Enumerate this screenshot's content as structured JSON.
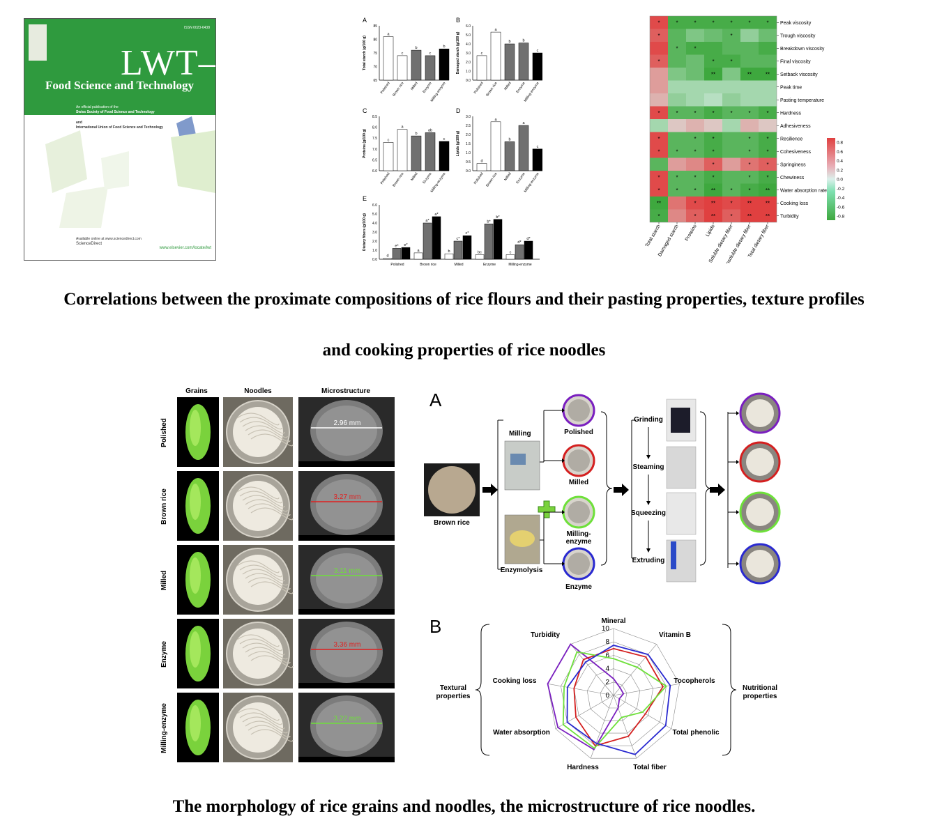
{
  "cover": {
    "journal_main": "LWT",
    "journal_sub": "Food Science and Technology",
    "issn": "ISSN 0023-6438",
    "pub_line1": "An official publication of the",
    "pub_line2": "Swiss Society of Food Science and Technology",
    "pub_line3": "and",
    "pub_line4": "International Union of Food Science and Technology",
    "available": "Available online at www.sciencedirect.com",
    "sciencedirect": "ScienceDirect",
    "url": "www.elsevier.com/locate/lwt"
  },
  "captions": {
    "top_line1": "Correlations between the proximate compositions of rice flours and their pasting properties, texture profiles",
    "top_line2": "and cooking properties of rice noodles",
    "bottom": "The morphology of rice grains and noodles, the microstructure of rice noodles."
  },
  "colors": {
    "cover_green": "#2f9a3e",
    "heat_pos": "#e04040",
    "heat_neg": "#3ea83e",
    "purple": "#7a1fbf",
    "red": "#d42020",
    "green": "#6ee03a",
    "blue": "#2a2ad0"
  },
  "chart_data": [
    {
      "panel": "A",
      "type": "bar",
      "ylabel": "Total starch (g/100 g)",
      "ylim": [
        65,
        85
      ],
      "yticks": [
        "65",
        "70",
        "75",
        "80",
        "85"
      ],
      "categories": [
        "Polished",
        "Brown rice",
        "Milled",
        "Enzyme",
        "Milling-enzyme"
      ],
      "values": [
        81,
        74,
        76,
        74,
        76.5
      ],
      "letters": [
        "a",
        "c",
        "b",
        "c",
        "b"
      ]
    },
    {
      "panel": "B",
      "type": "bar",
      "ylabel": "Damaged starch (g/100 g)",
      "ylim": [
        0,
        6
      ],
      "yticks": [
        "0.0",
        "1.0",
        "2.0",
        "3.0",
        "4.0",
        "5.0",
        "6.0"
      ],
      "categories": [
        "Polished",
        "Brown rice",
        "Milled",
        "Enzyme",
        "Milling-enzyme"
      ],
      "values": [
        2.7,
        5.3,
        4.0,
        4.1,
        3.0
      ],
      "letters": [
        "c",
        "a",
        "b",
        "b",
        "c"
      ]
    },
    {
      "panel": "C",
      "type": "bar",
      "ylabel": "Proteins (g/100 g)",
      "ylim": [
        6.0,
        8.5
      ],
      "yticks": [
        "6.0",
        "6.5",
        "7.0",
        "7.5",
        "8.0",
        "8.5"
      ],
      "categories": [
        "Polished",
        "Brown rice",
        "Milled",
        "Enzyme",
        "Milling-enzyme"
      ],
      "values": [
        7.3,
        7.9,
        7.6,
        7.75,
        7.35
      ],
      "letters": [
        "c",
        "a",
        "b",
        "ab",
        "c"
      ]
    },
    {
      "panel": "D",
      "type": "bar",
      "ylabel": "Lipids (g/100 g)",
      "ylim": [
        0,
        3.0
      ],
      "yticks": [
        "0.0",
        "0.5",
        "1.0",
        "1.5",
        "2.0",
        "2.5",
        "3.0"
      ],
      "categories": [
        "Polished",
        "Brown rice",
        "Milled",
        "Enzyme",
        "Milling-enzyme"
      ],
      "values": [
        0.4,
        2.7,
        1.6,
        2.5,
        1.2
      ],
      "letters": [
        "d",
        "a",
        "b",
        "a",
        "c"
      ]
    },
    {
      "panel": "E",
      "type": "bar",
      "ylabel": "Dietary fibers (g/100 g)",
      "ylim": [
        0,
        6.0
      ],
      "yticks": [
        "0.0",
        "1.0",
        "2.0",
        "3.0",
        "4.0",
        "5.0",
        "6.0"
      ],
      "categories": [
        "Polished",
        "Brown rice",
        "Milled",
        "Enzyme",
        "Milling-enzyme"
      ],
      "series": [
        {
          "values": [
            0.1,
            0.7,
            0.6,
            0.5,
            0.5
          ],
          "letters": [
            "d",
            "a",
            "b",
            "bc",
            "c"
          ]
        },
        {
          "values": [
            1.2,
            4.0,
            2.0,
            3.9,
            1.6
          ],
          "letters": [
            "e*",
            "a*",
            "c*",
            "b*",
            "d*"
          ]
        },
        {
          "values": [
            1.3,
            4.7,
            2.6,
            4.4,
            2.0
          ],
          "letters": [
            "e*",
            "a*",
            "c*",
            "b*",
            "d*"
          ]
        }
      ]
    },
    {
      "type": "heatmap",
      "rows": [
        "Peak viscosity",
        "Trough viscosity",
        "Breakdown viscosity",
        "Final viscosity",
        "Setback viscosity",
        "Peak time",
        "Pasting temperature",
        "Hardness",
        "Adhesiveness",
        "Resilience",
        "Cohesiveness",
        "Springiness",
        "Chewiness",
        "Water absorption rate",
        "Cooking loss",
        "Turbidity"
      ],
      "cols": [
        "Total starch",
        "Damaged starch",
        "Proteins",
        "Lipids",
        "Soluble dietary fiber",
        "Insoluble dietary fiber",
        "Total dietary fiber"
      ],
      "values": [
        [
          0.8,
          -0.8,
          -0.8,
          -0.8,
          -0.8,
          -0.8,
          -0.8
        ],
        [
          0.7,
          -0.7,
          -0.5,
          -0.6,
          -0.7,
          -0.4,
          -0.6
        ],
        [
          0.8,
          -0.7,
          -0.8,
          -0.8,
          -0.7,
          -0.7,
          -0.8
        ],
        [
          0.7,
          -0.7,
          -0.6,
          -0.8,
          -0.8,
          -0.7,
          -0.7
        ],
        [
          0.4,
          -0.5,
          -0.6,
          -0.85,
          -0.5,
          -0.85,
          -0.85
        ],
        [
          0.4,
          -0.3,
          -0.3,
          -0.3,
          -0.3,
          -0.3,
          -0.3
        ],
        [
          0.3,
          -0.4,
          -0.3,
          -0.2,
          -0.4,
          -0.3,
          -0.3
        ],
        [
          0.8,
          -0.7,
          -0.7,
          -0.8,
          -0.7,
          -0.7,
          -0.8
        ],
        [
          -0.3,
          0.2,
          0.3,
          0.2,
          -0.3,
          0.3,
          0.2
        ],
        [
          0.8,
          -0.7,
          -0.7,
          -0.8,
          -0.7,
          -0.7,
          -0.8
        ],
        [
          0.8,
          -0.7,
          -0.7,
          -0.8,
          -0.7,
          -0.7,
          -0.8
        ],
        [
          -0.7,
          0.4,
          0.5,
          0.7,
          0.4,
          0.6,
          0.7
        ],
        [
          0.8,
          -0.7,
          -0.7,
          -0.8,
          -0.7,
          -0.7,
          -0.8
        ],
        [
          0.8,
          -0.7,
          -0.7,
          -0.85,
          -0.7,
          -0.8,
          -0.85
        ],
        [
          -0.85,
          0.6,
          0.8,
          0.9,
          0.8,
          0.9,
          0.9
        ],
        [
          -0.8,
          0.5,
          0.7,
          0.9,
          0.7,
          0.9,
          0.9
        ]
      ],
      "stars": [
        [
          "*",
          "*",
          "*",
          "*",
          "*",
          "*",
          "*"
        ],
        [
          "*",
          "",
          "",
          "",
          "*",
          "",
          ""
        ],
        [
          "",
          "*",
          "*",
          "",
          "",
          "",
          ""
        ],
        [
          "*",
          "",
          "",
          "*",
          "*",
          "",
          ""
        ],
        [
          "",
          "",
          "",
          "**",
          "",
          "**",
          "**"
        ],
        [
          "",
          "",
          "",
          "",
          "",
          "",
          ""
        ],
        [
          "",
          "",
          "",
          "",
          "",
          "",
          ""
        ],
        [
          "*",
          "*",
          "*",
          "*",
          "*",
          "*",
          "*"
        ],
        [
          "",
          "",
          "",
          "",
          "",
          "",
          ""
        ],
        [
          "*",
          "",
          "*",
          "*",
          "",
          "*",
          "*"
        ],
        [
          "*",
          "*",
          "*",
          "*",
          "",
          "*",
          "*"
        ],
        [
          "",
          "",
          "",
          "*",
          "",
          "*",
          "*"
        ],
        [
          "*",
          "*",
          "*",
          "*",
          "",
          "*",
          "*"
        ],
        [
          "*",
          "*",
          "*",
          "**",
          "*",
          "*",
          "**"
        ],
        [
          "**",
          "",
          "*",
          "**",
          "*",
          "**",
          "**"
        ],
        [
          "*",
          "",
          "*",
          "**",
          "*",
          "**",
          "**"
        ]
      ],
      "colorbar_ticks": [
        "0.8",
        "0.6",
        "0.4",
        "0.2",
        "0.0",
        "-0.2",
        "-0.4",
        "-0.6",
        "-0.8"
      ]
    },
    {
      "panel": "B",
      "type": "radar",
      "axes": [
        "Mineral",
        "Vitamin B",
        "Tocopherols",
        "Total phenolic",
        "Total fiber",
        "Hardness",
        "Water absorption",
        "Cooking loss",
        "Turbidity"
      ],
      "rticks": [
        "0",
        "2",
        "4",
        "6",
        "8",
        "10"
      ],
      "rmax": 10,
      "series": [
        {
          "color": "#7a1fbf",
          "values": [
            2.5,
            1.5,
            1.5,
            1.0,
            2.0,
            8.6,
            9.6,
            10.0,
            10.0
          ]
        },
        {
          "color": "#d42020",
          "values": [
            7.0,
            7.5,
            7.5,
            5.5,
            6.5,
            8.0,
            6.5,
            6.0,
            7.0
          ]
        },
        {
          "color": "#6ee03a",
          "values": [
            5.5,
            5.5,
            8.0,
            5.0,
            3.5,
            8.4,
            8.7,
            7.5,
            8.5
          ]
        },
        {
          "color": "#2a2ad0",
          "values": [
            7.5,
            8.0,
            8.6,
            9.0,
            9.4,
            7.6,
            8.0,
            7.0,
            6.5
          ]
        }
      ],
      "left_label": "Textural properties",
      "right_label": "Nutritional properties"
    }
  ],
  "micro": {
    "headers": [
      "Grains",
      "Noodles",
      "Microstructure"
    ],
    "rows": [
      "Polished",
      "Brown rice",
      "Milled",
      "Enzyme",
      "Milling-enzyme"
    ],
    "measures": [
      "2.96 mm",
      "3.27 mm",
      "3.11 mm",
      "3.36 mm",
      "3.22 mm"
    ],
    "measure_colors": [
      "#ffffff",
      "#e02020",
      "#6ee03a",
      "#e02020",
      "#6ee03a"
    ]
  },
  "flow": {
    "panel_letter": "A",
    "brown_rice": "Brown rice",
    "milling": "Milling",
    "enzymolysis": "Enzymolysis",
    "products": [
      "Polished",
      "Milled",
      "Milling-\nenzyme",
      "Enzyme"
    ],
    "products_colors": [
      "#7a1fbf",
      "#d42020",
      "#6ee03a",
      "#2a2ad0"
    ],
    "steps": [
      "Grinding",
      "Steaming",
      "Squeezing",
      "Extruding"
    ]
  }
}
